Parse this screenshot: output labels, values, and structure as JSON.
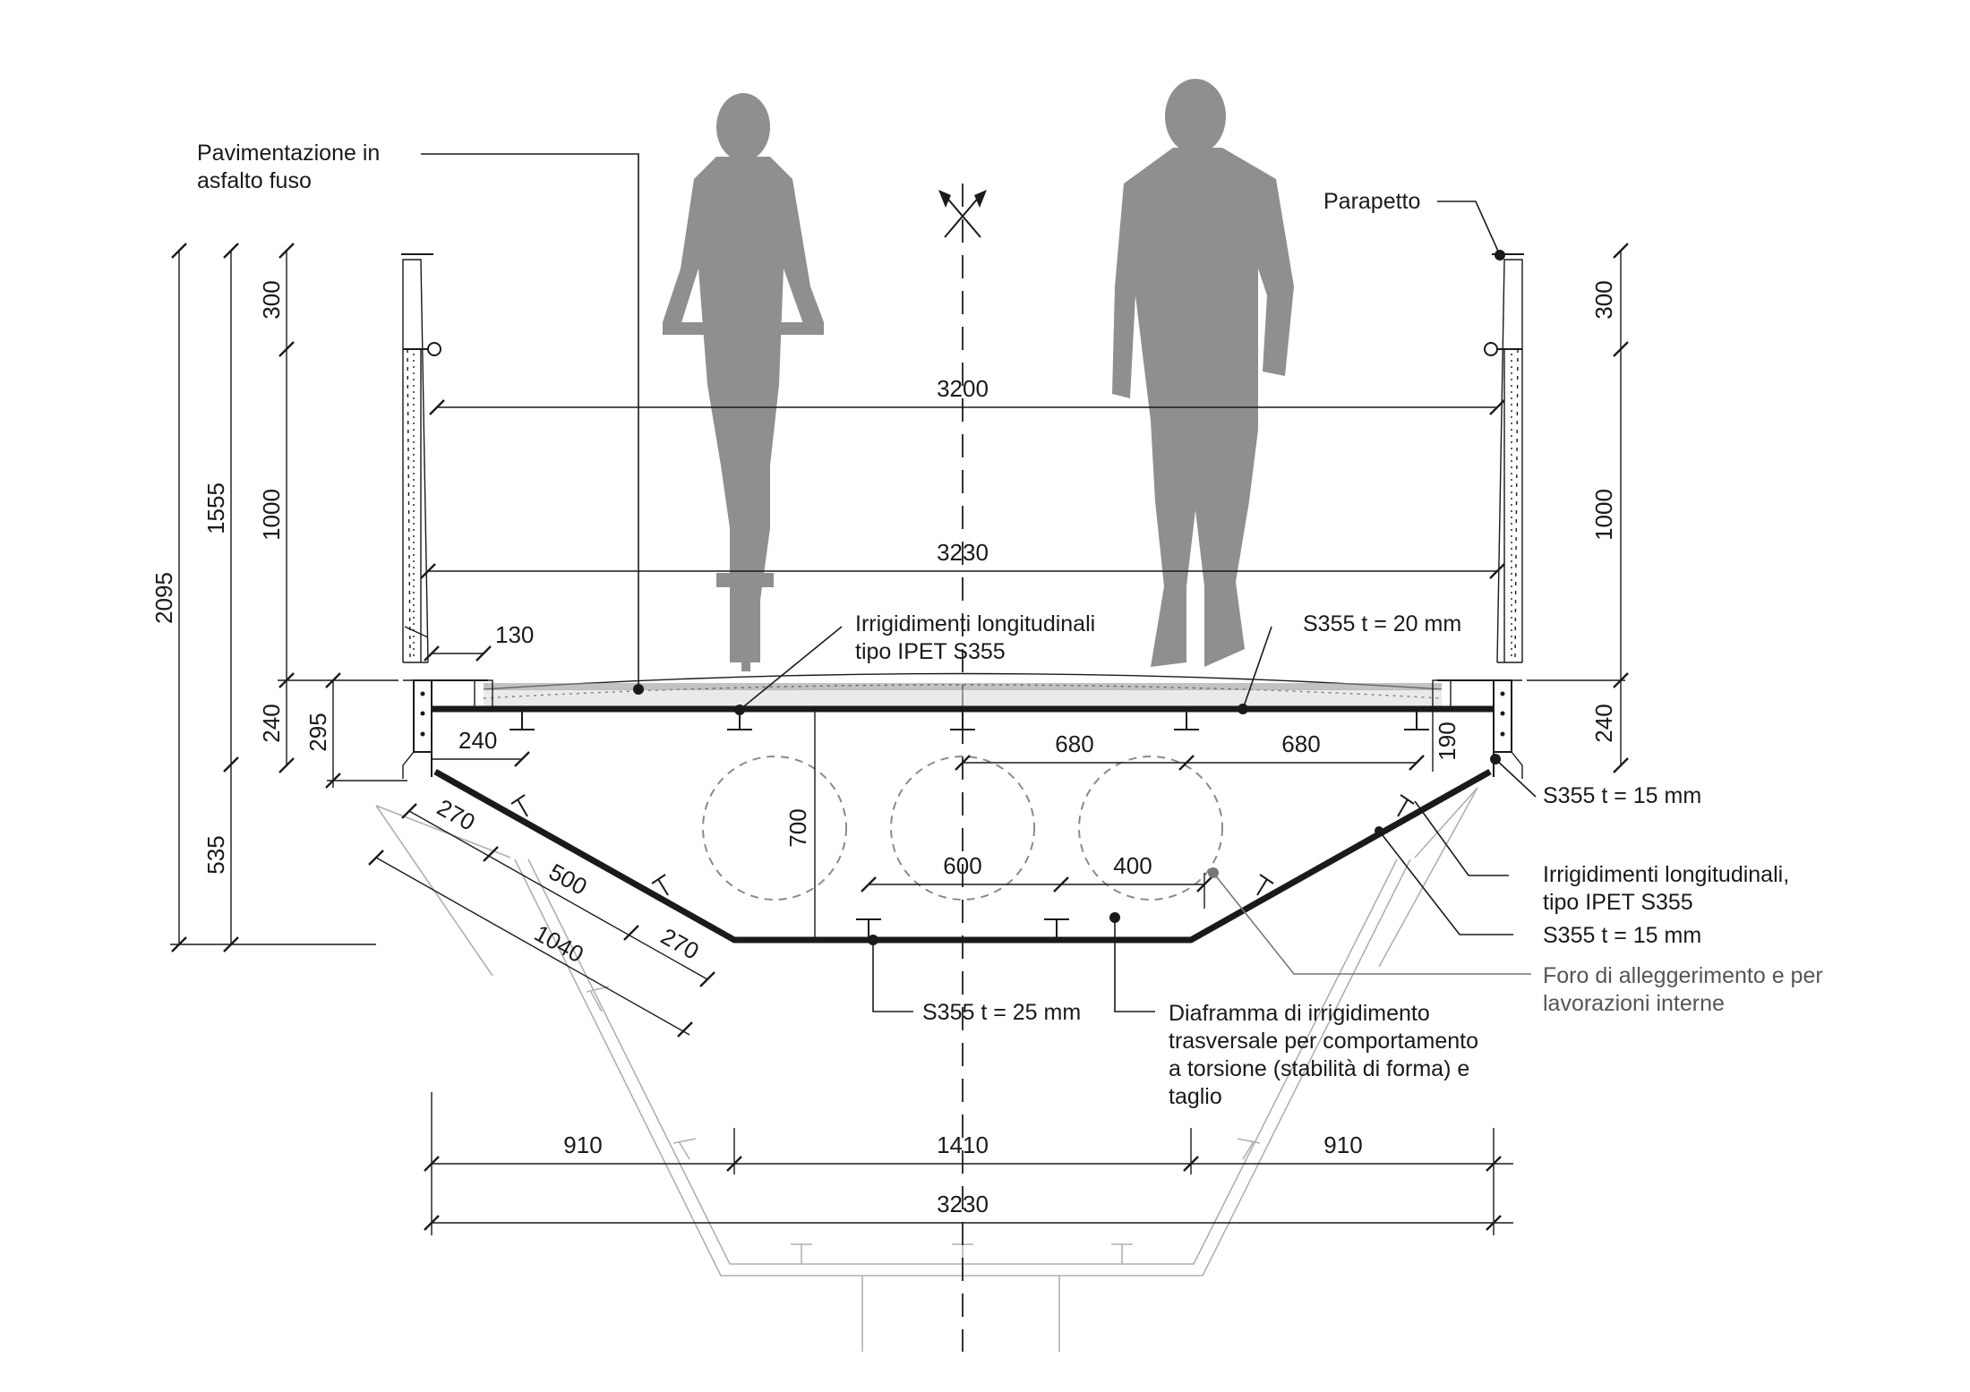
{
  "dimensions": {
    "overall_height": "2095",
    "upper_height": "1555",
    "lower_height": "535",
    "left_rail_top": "300",
    "left_rail_mid": "1000",
    "left_deck": "240",
    "left_deck_total": "295",
    "right_rail_top": "300",
    "right_rail_mid": "1000",
    "right_deck": "240",
    "inner_width": "3200",
    "deck_width": "3230",
    "curb_width": "130",
    "web_offset": "240",
    "box_depth": "700",
    "stiffener_spacing_1": "680",
    "stiffener_spacing_2": "680",
    "right_web_gap": "190",
    "hole_spacing": "600",
    "hole_diameter": "400",
    "web_seg_1": "270",
    "web_seg_2": "500",
    "web_seg_3": "270",
    "web_total": "1040",
    "bottom_left": "910",
    "bottom_mid": "1410",
    "bottom_right": "910",
    "bottom_total": "3230"
  },
  "annotations": {
    "asphalt_line1": "Pavimentazione in",
    "asphalt_line2": "asfalto fuso",
    "parapet": "Parapetto",
    "stiffeners_top_line1": "Irrigidimenti longitudinali",
    "stiffeners_top_line2": "tipo IPET S355",
    "deck_plate": "S355 t = 20 mm",
    "web_plate_upper": "S355 t = 15 mm",
    "stiffeners_right_line1": "Irrigidimenti longitudinali,",
    "stiffeners_right_line2": "tipo IPET S355",
    "web_plate_lower": "S355 t = 15 mm",
    "hole_line1": "Foro di alleggerimento e per",
    "hole_line2": "lavorazioni interne",
    "bottom_plate": "S355 t = 25 mm",
    "diaphragm_line1": "Diaframma di irrigidimento",
    "diaphragm_line2": "trasversale per comportamento",
    "diaphragm_line3": "a torsione (stabilità di forma) e",
    "diaphragm_line4": "taglio"
  },
  "icons": {
    "cyclist": "cyclist-silhouette-icon",
    "pedestrian": "pedestrian-silhouette-icon",
    "symmetry": "symmetry-axis-icon"
  },
  "colors": {
    "ink": "#1a1a1a",
    "silhouette": "#8f8f8f",
    "ghost": "#b0b0b0"
  }
}
